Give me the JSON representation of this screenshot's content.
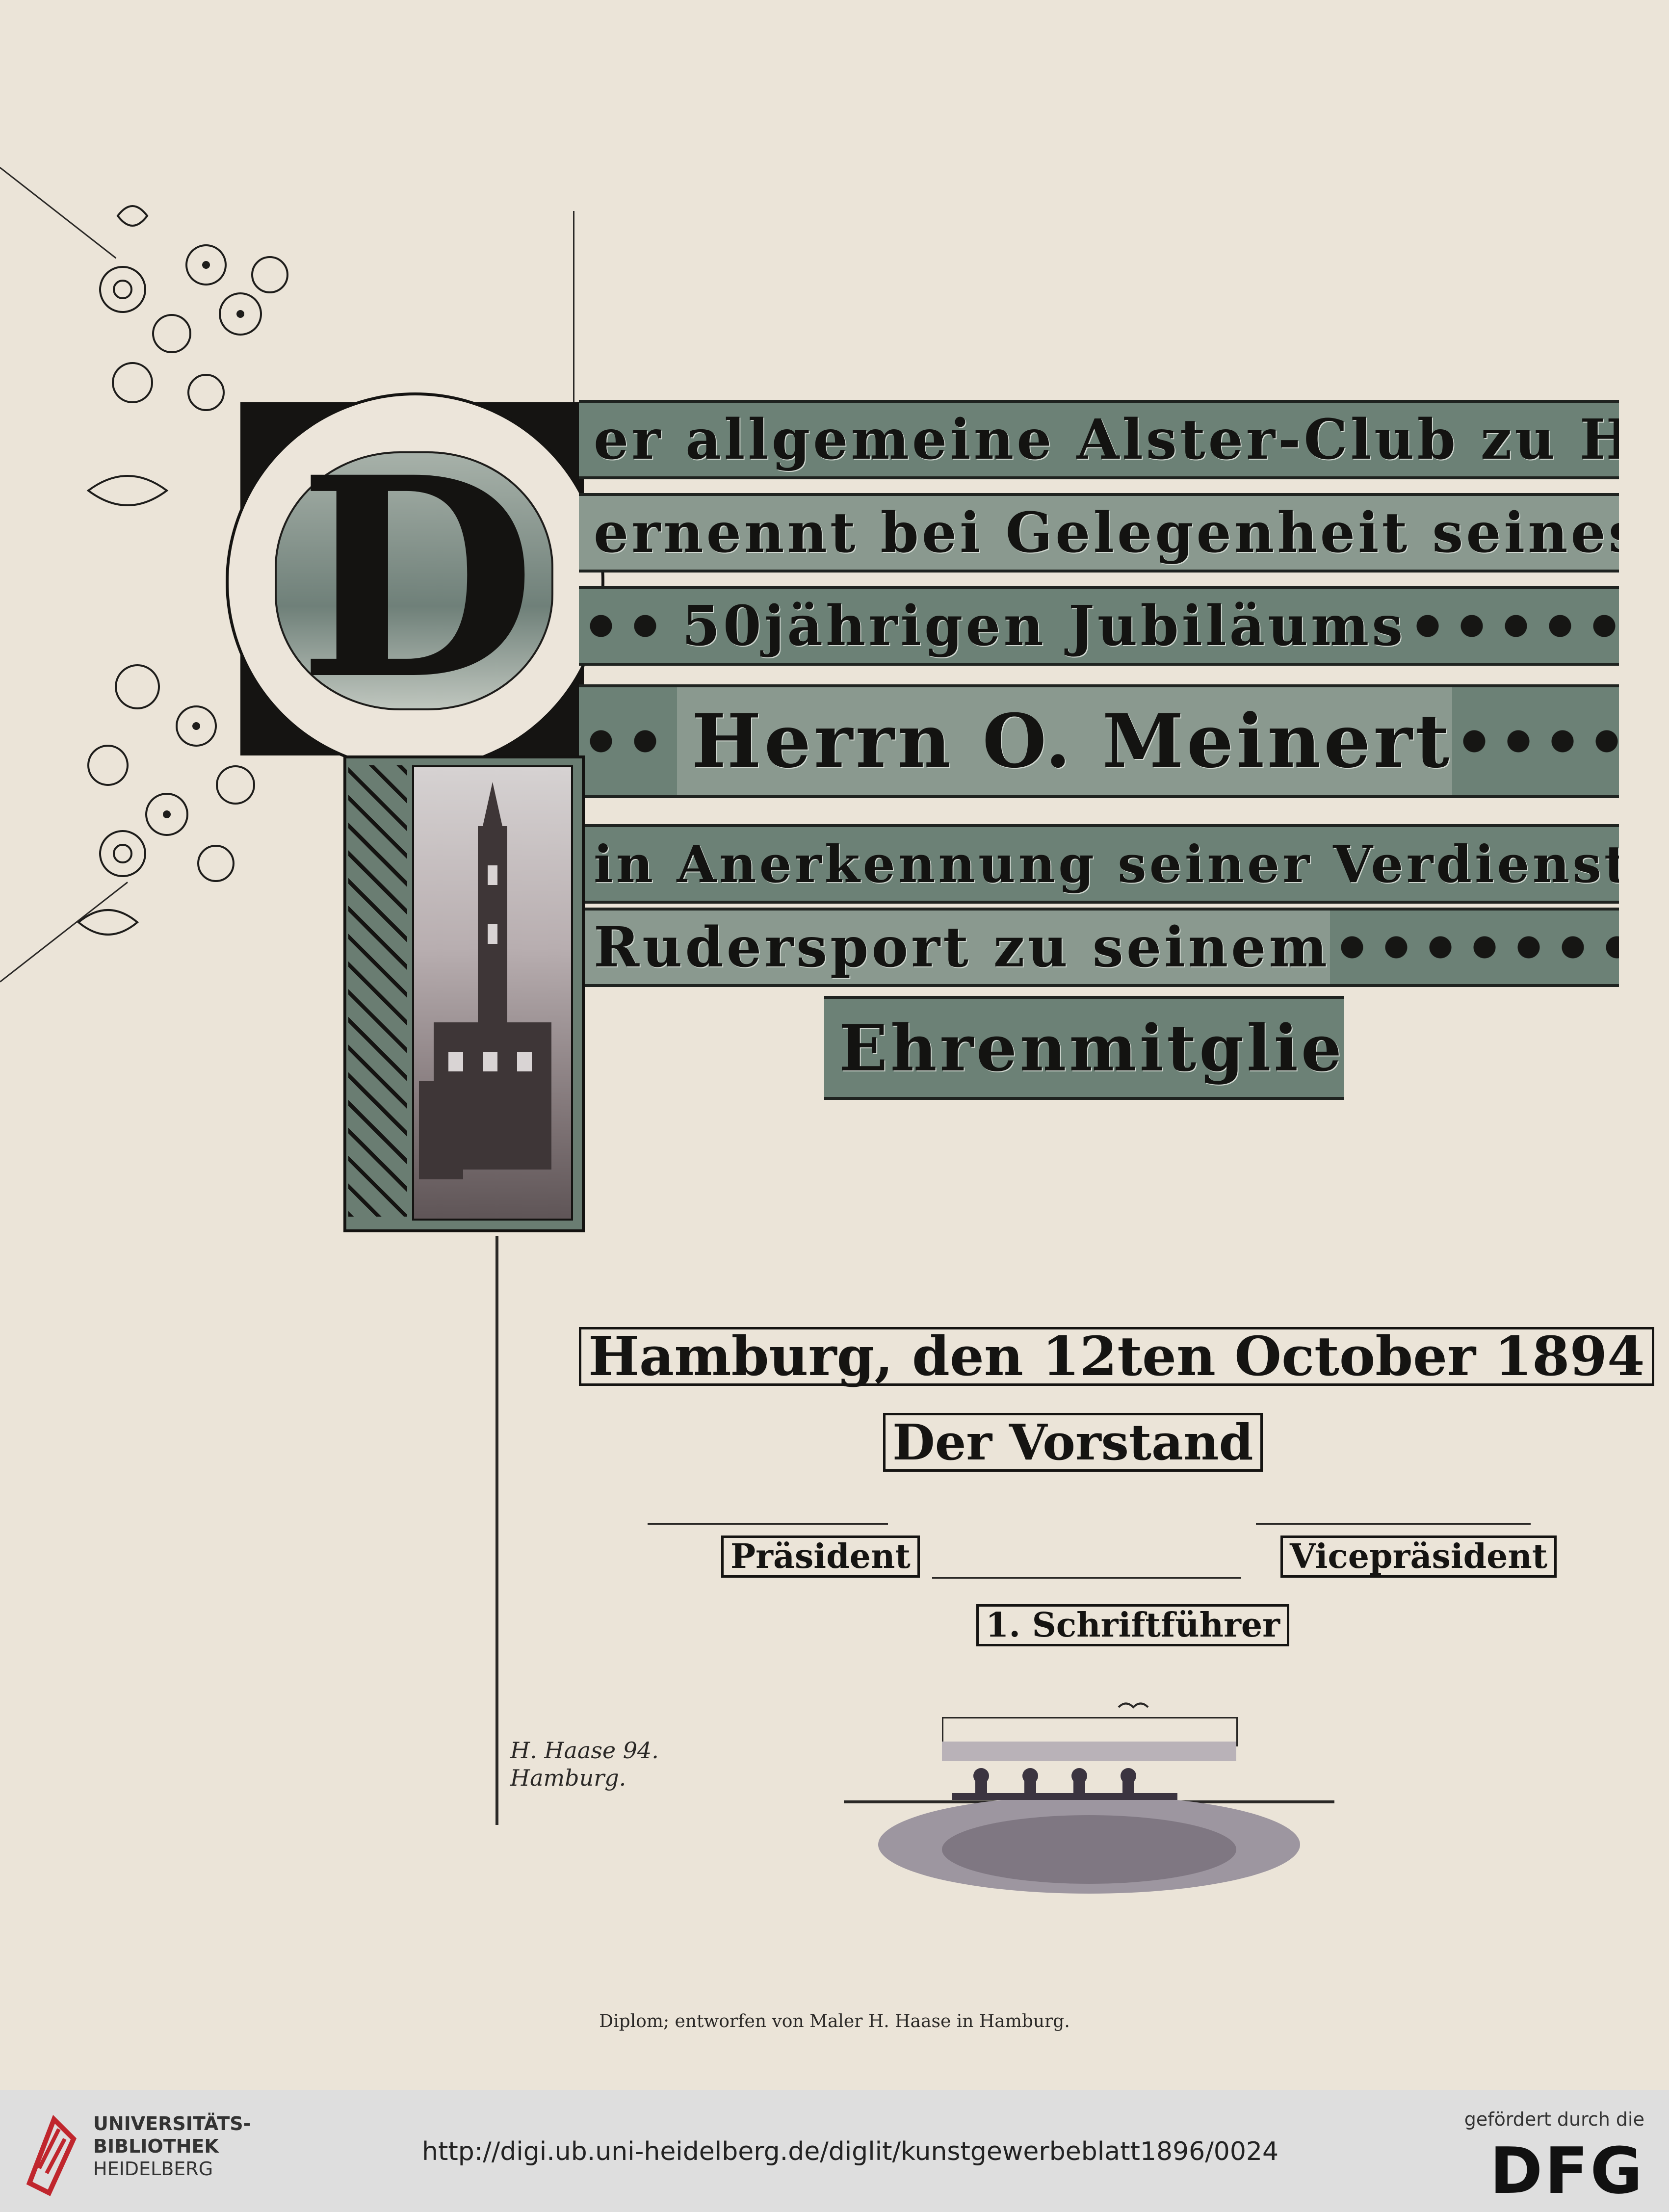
{
  "certificate": {
    "initial_letter": "D",
    "lines": [
      "er allgemeine Alster-Club zu Hamburg",
      "ernennt bei Gelegenheit seines",
      "50jährigen Jubiläums",
      "Herrn O. Meinert",
      "in Anerkennung seiner Verdienste um den",
      "Rudersport zu seinem",
      "Ehrenmitgliede"
    ],
    "date": "Hamburg, den 12ten October 1894",
    "board": "Der Vorstand",
    "signatures": {
      "president": "Präsident",
      "vice_president": "Vicepräsident",
      "secretary": "1. Schriftführer"
    },
    "artist_signature": [
      "H. Haase 94.",
      "Hamburg."
    ]
  },
  "caption": "Diplom; entworfen von Maler H. Haase in Hamburg.",
  "footer": {
    "library_name": [
      "UNIVERSITÄTS-",
      "BIBLIOTHEK",
      "HEIDELBERG"
    ],
    "url": "http://digi.ub.uni-heidelberg.de/diglit/kunstgewerbeblatt1896/0024",
    "funded_by": "gefördert durch die",
    "funder_logo": "DFG"
  },
  "colors": {
    "paper": "#ebe4d8",
    "band_green": "#6c8176",
    "ink": "#151412",
    "footer_bg": "#dedede",
    "logo_red": "#c0262d"
  }
}
